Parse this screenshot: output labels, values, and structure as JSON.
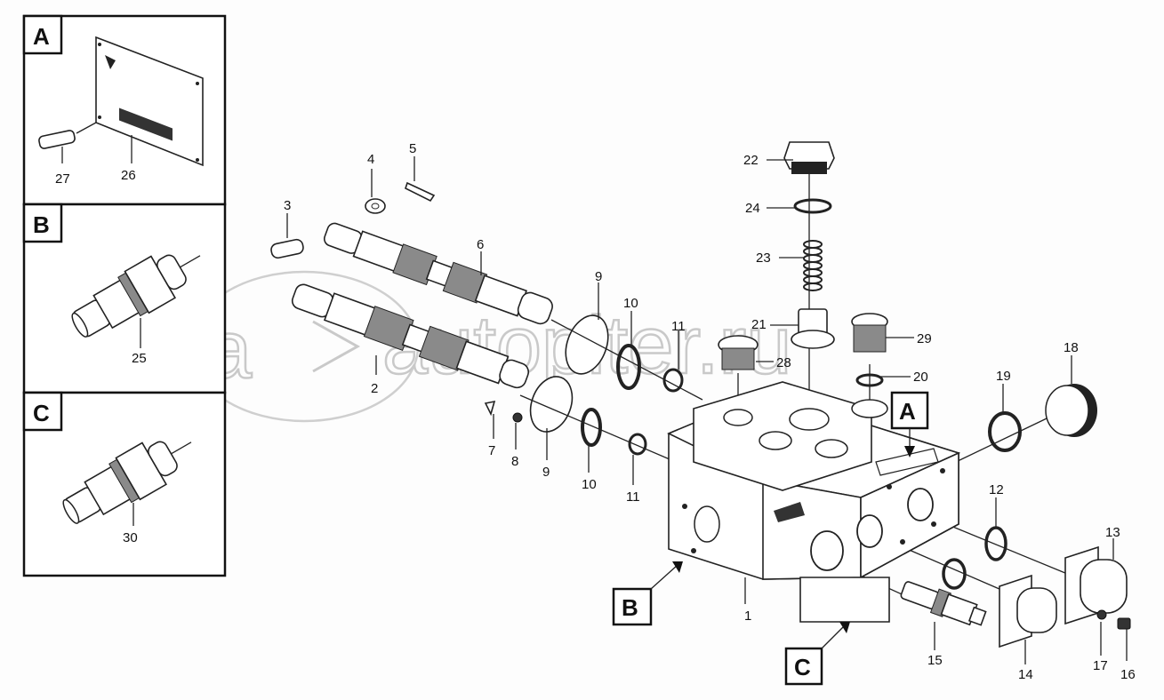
{
  "watermark": "autopiter.ru",
  "insets": [
    {
      "letter": "A",
      "parts": [
        "27",
        "26"
      ]
    },
    {
      "letter": "B",
      "parts": [
        "25"
      ]
    },
    {
      "letter": "C",
      "parts": [
        "30"
      ]
    }
  ],
  "callouts": [
    "A",
    "B",
    "C"
  ],
  "part_numbers": [
    "1",
    "2",
    "3",
    "4",
    "5",
    "6",
    "7",
    "8",
    "9",
    "9",
    "10",
    "10",
    "11",
    "11",
    "12",
    "13",
    "14",
    "15",
    "16",
    "17",
    "18",
    "19",
    "20",
    "21",
    "22",
    "23",
    "24",
    "28",
    "29"
  ]
}
